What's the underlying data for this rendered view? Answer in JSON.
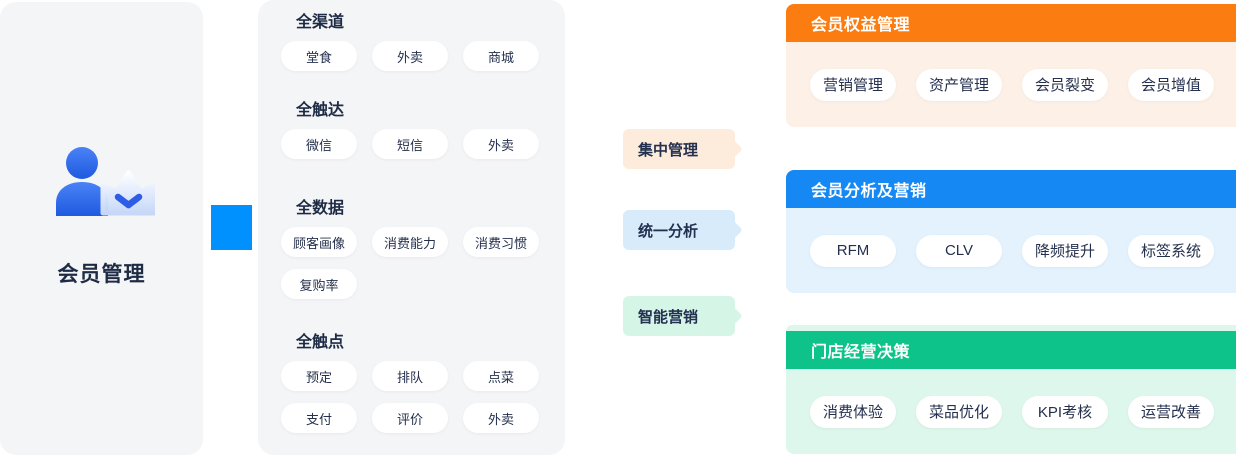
{
  "left_card": {
    "title": "会员管理",
    "icon": "member-crown-icon"
  },
  "connector": {
    "color": "#0091ff"
  },
  "capability_card": {
    "sections": [
      {
        "heading": "全渠道",
        "pills": [
          "堂食",
          "外卖",
          "商城"
        ]
      },
      {
        "heading": "全触达",
        "pills": [
          "微信",
          "短信",
          "外卖"
        ]
      },
      {
        "heading": "全数据",
        "pills": [
          "顾客画像",
          "消费能力",
          "消费习惯",
          "复购率"
        ]
      },
      {
        "heading": "全触点",
        "pills": [
          "预定",
          "排队",
          "点菜",
          "支付",
          "评价",
          "外卖"
        ]
      }
    ]
  },
  "flow_tags": [
    {
      "label": "集中管理",
      "bg": "#fdecdb"
    },
    {
      "label": "统一分析",
      "bg": "#d7ebfb"
    },
    {
      "label": "智能营销",
      "bg": "#d5f6e7"
    }
  ],
  "panels": [
    {
      "title": "会员权益管理",
      "header_color": "#fb7d11",
      "body_color": "#fdf1e7",
      "pills": [
        "营销管理",
        "资产管理",
        "会员裂变",
        "会员增值"
      ]
    },
    {
      "title": "会员分析及营销",
      "header_color": "#1588f3",
      "body_color": "#e3f2fd",
      "pills": [
        "RFM",
        "CLV",
        "降频提升",
        "标签系统"
      ]
    },
    {
      "title": "门店经营决策",
      "header_color": "#0dc389",
      "body_color": "#def7ec",
      "pills": [
        "消费体验",
        "菜品优化",
        "KPI考核",
        "运营改善"
      ]
    }
  ],
  "colors": {
    "card_bg": "#f4f5f7",
    "text_dark": "#1e2b45",
    "pill_bg": "#ffffff"
  }
}
